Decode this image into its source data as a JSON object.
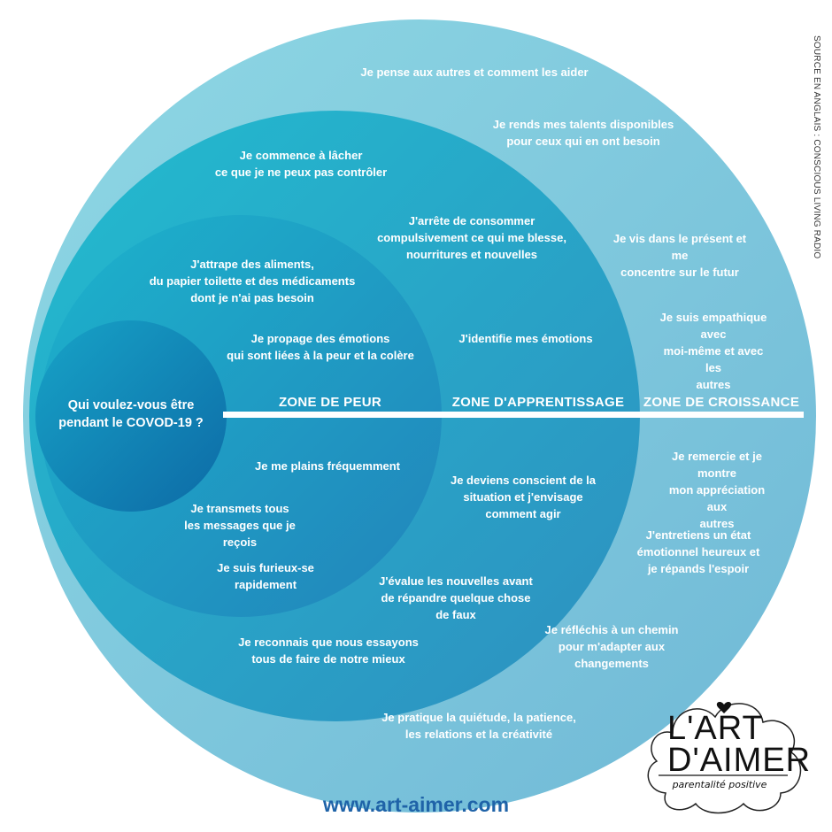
{
  "center_question": "Qui voulez-vous être\npendant le COVOD-19 ?",
  "zones": {
    "fear": "ZONE DE PEUR",
    "learning": "ZONE D'APPRENTISSAGE",
    "growth": "ZONE DE CROISSANCE"
  },
  "fear_items": [
    "J'attrape des aliments,\ndu papier toilette et des médicaments\ndont je n'ai pas besoin",
    "Je propage des émotions\nqui sont liées à la peur et la colère",
    "Je me plains fréquemment",
    "Je transmets tous\nles messages que je\nreçois",
    "Je suis furieux-se\nrapidement"
  ],
  "learning_items": [
    "Je commence à lâcher\nce que je ne peux pas contrôler",
    "J'arrête de consommer\ncompulsivement ce qui me blesse,\nnourritures et nouvelles",
    "J'identifie mes émotions",
    "Je deviens conscient de la\nsituation et j'envisage\ncomment agir",
    "J'évalue les nouvelles avant\nde répandre quelque chose\nde faux",
    "Je reconnais que nous essayons\ntous de faire de notre mieux"
  ],
  "growth_items": [
    "Je pense aux autres et comment les aider",
    "Je rends mes talents disponibles\npour ceux qui en ont besoin",
    "Je vis dans le présent et me\nconcentre sur le futur",
    "Je suis empathique avec\nmoi-même et avec les\nautres",
    "Je remercie et je montre\nmon appréciation aux\nautres",
    "J'entretiens un état\némotionnel heureux et\nje répands l'espoir",
    "Je réfléchis à un chemin\npour m'adapter aux\nchangements",
    "Je pratique la quiétude, la patience,\nles relations et la créativité"
  ],
  "source": "SOURCE EN ANGLAIS : CONSCIOUS LIVING RADIO",
  "website": "www.art-aimer.com",
  "logo": {
    "line1": "L'ART",
    "line2": "D'AIMER",
    "tagline": "parentalité positive"
  },
  "colors": {
    "growth": "#7ccbd9",
    "learning": "#2fb4cc",
    "fear": "#1f9fc2",
    "core": "#1479b0",
    "website": "#1f63a8"
  }
}
